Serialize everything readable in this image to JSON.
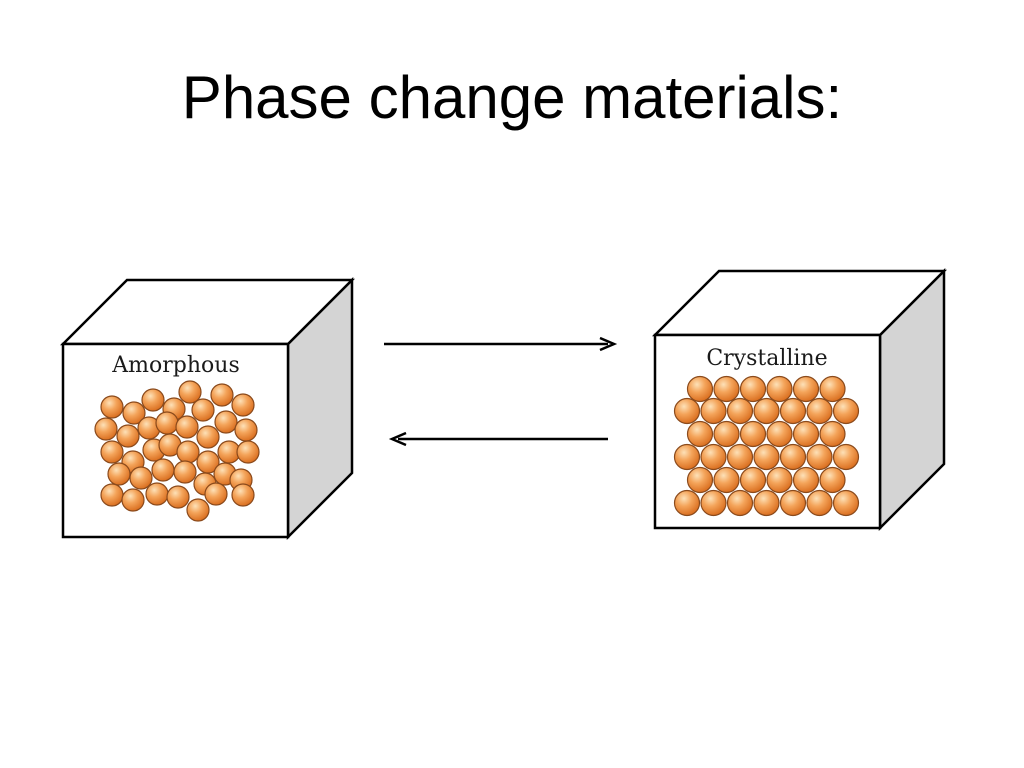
{
  "slide": {
    "title": "Phase change materials:"
  },
  "diagram": {
    "left_cube": {
      "label": "Amorphous"
    },
    "right_cube": {
      "label": "Crystalline"
    },
    "arrows": {
      "top": "right",
      "bottom": "left"
    }
  },
  "colors": {
    "atom_fill": "#f0913e",
    "atom_stroke": "#8a4a1c",
    "cube_side": "#d4d4d4",
    "line": "#000000"
  }
}
